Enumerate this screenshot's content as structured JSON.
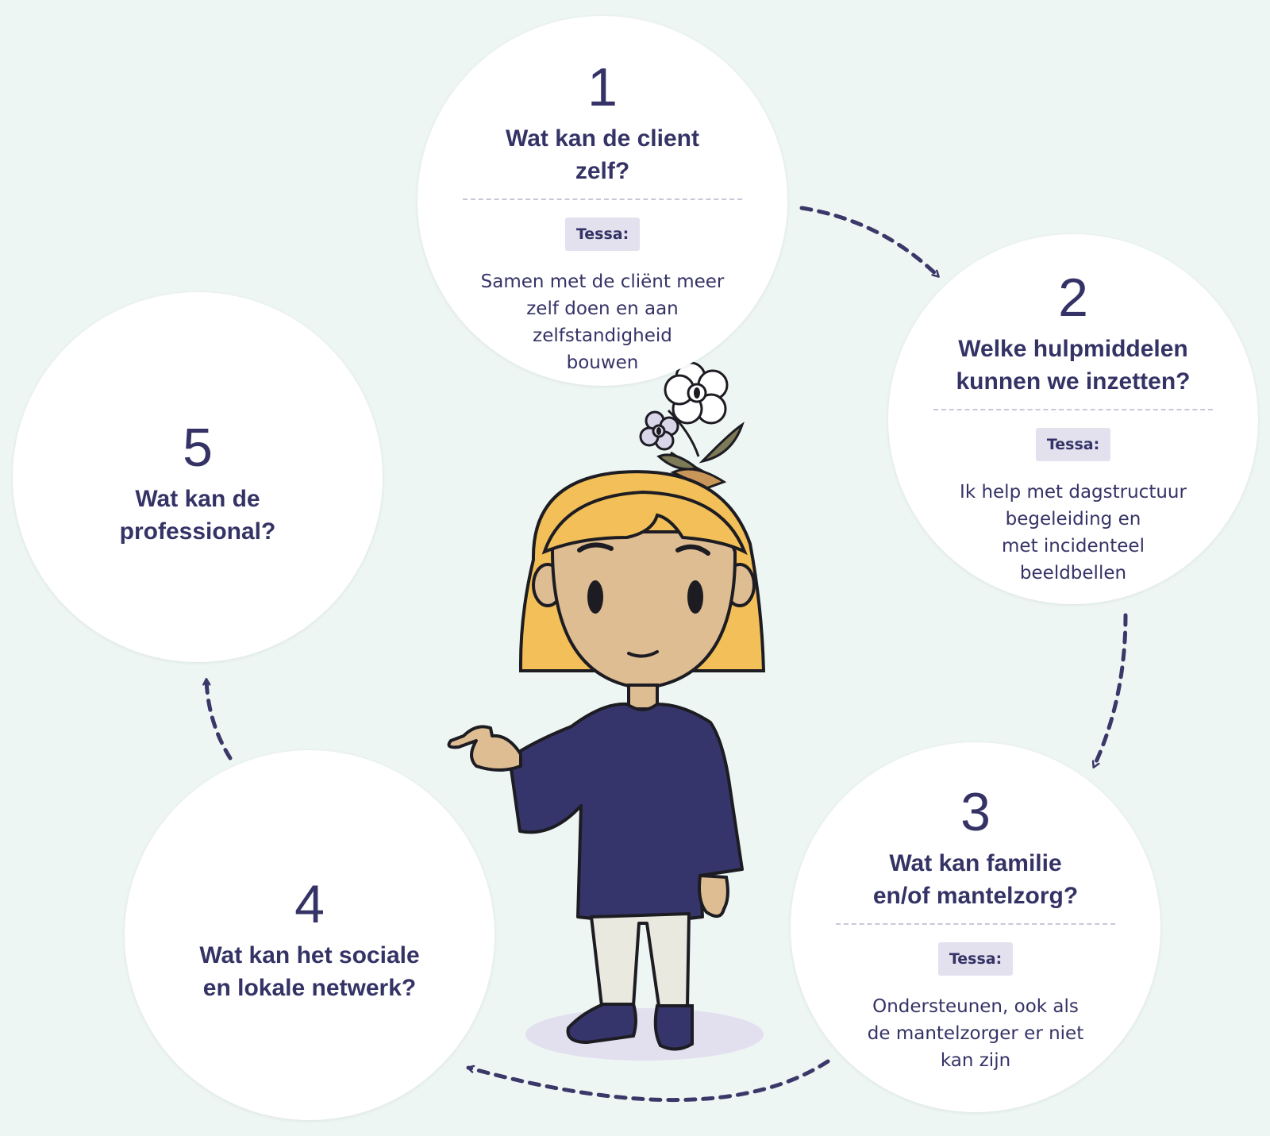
{
  "steps": [
    {
      "number": "1",
      "question_lines": [
        "Wat kan de client",
        "zelf?"
      ],
      "tag": "Tessa:",
      "answer_lines": [
        "Samen met de cliënt meer",
        "zelf doen en aan",
        "zelfstandigheid",
        "bouwen"
      ]
    },
    {
      "number": "2",
      "question_lines": [
        "Welke hulpmiddelen",
        "kunnen we inzetten?"
      ],
      "tag": "Tessa:",
      "answer_lines": [
        "Ik help met dagstructuur",
        "begeleiding en",
        "met incidenteel",
        "beeldbellen"
      ]
    },
    {
      "number": "3",
      "question_lines": [
        "Wat kan familie",
        "en/of mantelzorg?"
      ],
      "tag": "Tessa:",
      "answer_lines": [
        "Ondersteunen, ook als",
        "de mantelzorger er niet",
        "kan zijn"
      ]
    },
    {
      "number": "4",
      "question_lines": [
        "Wat kan het sociale",
        "en lokale netwerk?"
      ]
    },
    {
      "number": "5",
      "question_lines": [
        "Wat kan de",
        "professional?"
      ]
    }
  ],
  "colors": {
    "background": "#eef6f4",
    "circle": "#ffffff",
    "text": "#353366",
    "tag_background": "#e3e1ee",
    "divider": "#c9c8d8",
    "arrow": "#3a3868",
    "hair": "#f2bf58",
    "skin": "#dfbd93",
    "sweater": "#35356b",
    "trousers": "#e9e9df",
    "shadow": "#e2e0ef"
  },
  "icons": {
    "arrows": "dashed-arrow-icon",
    "figure": "tessa-illustration"
  }
}
